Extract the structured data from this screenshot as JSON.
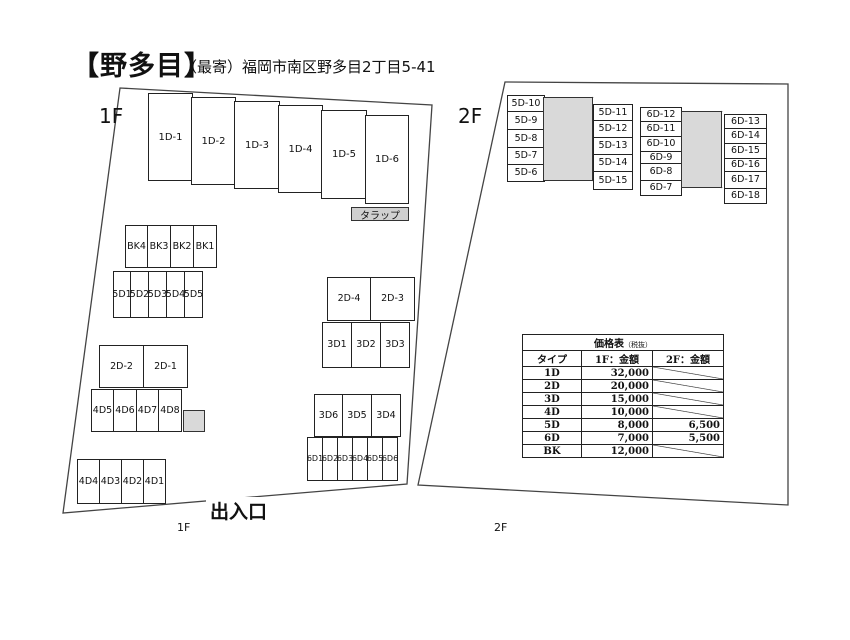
{
  "header": {
    "title": "【野多目】",
    "address": "（最寄）福岡市南区野多目2丁目5-41"
  },
  "floor1": {
    "label": "1F",
    "bottom_label": "1F",
    "entrance": "出入口",
    "trap": "タラップ",
    "d1": [
      "1D-1",
      "1D-2",
      "1D-3",
      "1D-4",
      "1D-5",
      "1D-6"
    ],
    "bk": [
      [
        "BK",
        "4"
      ],
      [
        "BK",
        "3"
      ],
      [
        "BK",
        "2"
      ],
      [
        "BK",
        "1"
      ]
    ],
    "d5": [
      [
        "5D",
        "1"
      ],
      [
        "5D",
        "2"
      ],
      [
        "5D",
        "3"
      ],
      [
        "5D",
        "4"
      ],
      [
        "5D",
        "5"
      ]
    ],
    "d2_left": [
      "2D-2",
      "2D-1"
    ],
    "d2_right": [
      "2D-4",
      "2D-3"
    ],
    "d3_upper": [
      [
        "3D",
        "1"
      ],
      [
        "3D",
        "2"
      ],
      [
        "3D",
        "3"
      ]
    ],
    "d3_lower": [
      [
        "3D",
        "6"
      ],
      [
        "3D",
        "5"
      ],
      [
        "3D",
        "4"
      ]
    ],
    "d4_upper": [
      [
        "4D",
        "5"
      ],
      [
        "4D",
        "6"
      ],
      [
        "4D",
        "7"
      ],
      [
        "4D",
        "8"
      ]
    ],
    "d4_lower": [
      [
        "4D",
        "4"
      ],
      [
        "4D",
        "3"
      ],
      [
        "4D",
        "2"
      ],
      [
        "4D",
        "1"
      ]
    ],
    "d6": [
      [
        "6D",
        "1"
      ],
      [
        "6D",
        "2"
      ],
      [
        "6D",
        "3"
      ],
      [
        "6D",
        "4"
      ],
      [
        "6D",
        "5"
      ],
      [
        "6D",
        "6"
      ]
    ]
  },
  "floor2": {
    "label": "2F",
    "bottom_label": "2F",
    "col1": [
      "5D-10",
      "5D-9",
      "5D-8",
      "5D-7",
      "5D-6"
    ],
    "col2": [
      "5D-11",
      "5D-12",
      "5D-13",
      "5D-14",
      "5D-15"
    ],
    "col3": [
      "6D-12",
      "6D-11",
      "6D-10",
      "6D-9",
      "6D-8",
      "6D-7"
    ],
    "col4": [
      "6D-13",
      "6D-14",
      "6D-15",
      "6D-16",
      "6D-17",
      "6D-18"
    ]
  },
  "price_table": {
    "caption": "価格表",
    "caption_note": "（税抜）",
    "headers": [
      "タイプ",
      "1F：金額",
      "2F：金額"
    ],
    "rows": [
      [
        "1D",
        "32,000",
        ""
      ],
      [
        "2D",
        "20,000",
        ""
      ],
      [
        "3D",
        "15,000",
        ""
      ],
      [
        "4D",
        "10,000",
        ""
      ],
      [
        "5D",
        "8,000",
        "6,500"
      ],
      [
        "6D",
        "7,000",
        "5,500"
      ],
      [
        "BK",
        "12,000",
        ""
      ]
    ]
  }
}
